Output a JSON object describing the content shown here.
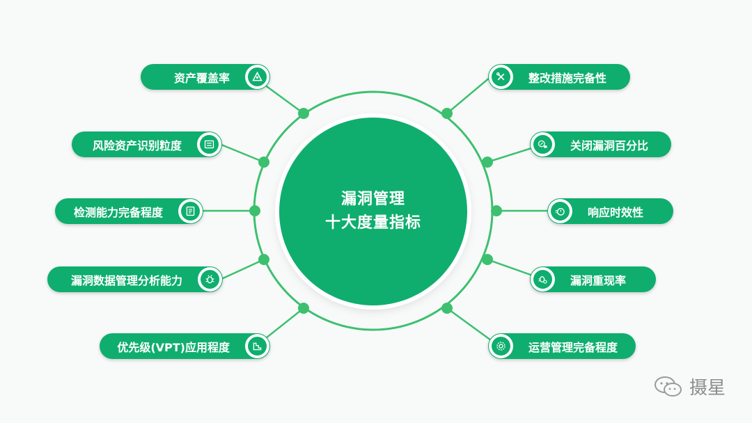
{
  "title": {
    "line1": "漏洞管理",
    "line2": "十大度量指标"
  },
  "left_items": [
    {
      "label": "资产覆盖率",
      "icon": "triangle-icon"
    },
    {
      "label": "风险资产识别粒度",
      "icon": "list-icon"
    },
    {
      "label": "检测能力完备程度",
      "icon": "document-icon"
    },
    {
      "label": "漏洞数据管理分析能力",
      "icon": "bug-icon"
    },
    {
      "label": "优先级(VPT)应用程度",
      "icon": "stairs-icon"
    }
  ],
  "right_items": [
    {
      "label": "整改措施完备性",
      "icon": "tools-icon"
    },
    {
      "label": "关闭漏洞百分比",
      "icon": "percent-lock-icon"
    },
    {
      "label": "响应时效性",
      "icon": "timer-icon"
    },
    {
      "label": "漏洞重现率",
      "icon": "bug-search-icon"
    },
    {
      "label": "运营管理完备程度",
      "icon": "gear-icon"
    }
  ],
  "watermark": "摄星",
  "colors": {
    "primary": "#0fae6e",
    "line": "#3cc06f",
    "background": "#f8f9f9"
  }
}
